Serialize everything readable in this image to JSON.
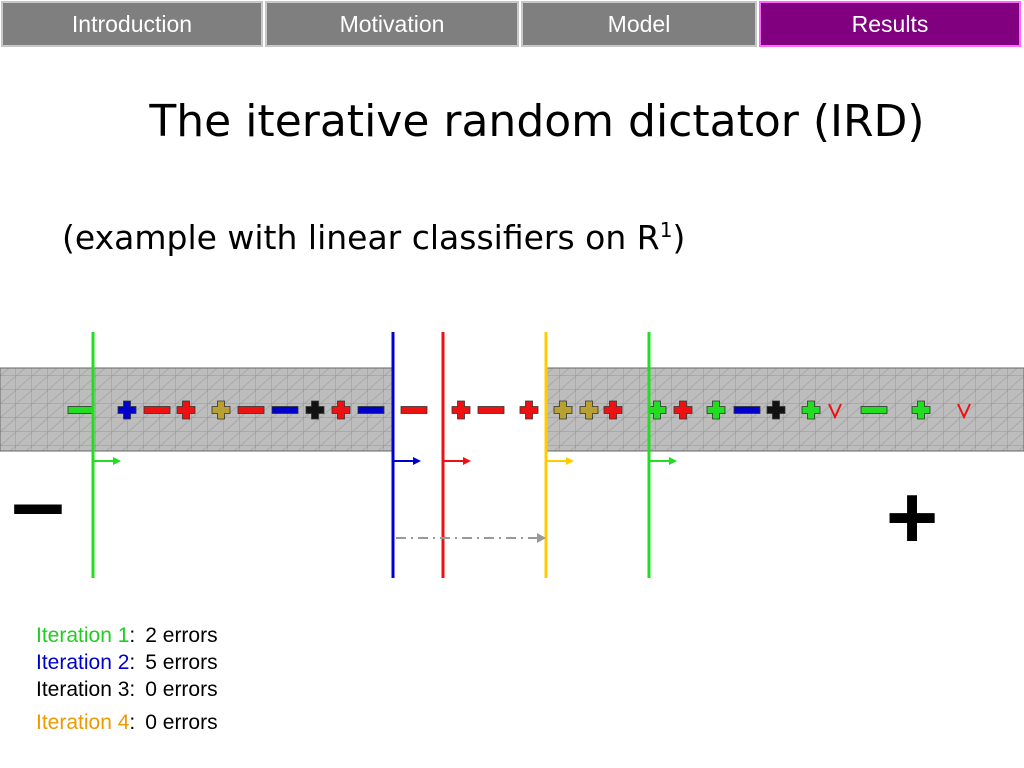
{
  "nav": {
    "tabs": [
      {
        "label": "Introduction",
        "active": false
      },
      {
        "label": "Motivation",
        "active": false
      },
      {
        "label": "Model",
        "active": false
      },
      {
        "label": "Results",
        "active": true
      }
    ]
  },
  "slide": {
    "title": "The iterative random dictator (IRD)",
    "subtitle_main": "(example with linear classifiers on R",
    "subtitle_sup": "1",
    "subtitle_end": ")"
  },
  "diagram": {
    "minus_symbol": "–",
    "plus_symbol": "+",
    "colors": {
      "green": "#22dd22",
      "blue": "#0000cc",
      "red": "#ee1111",
      "yellow": "#ffcc00",
      "olive": "#b8a032",
      "black": "#111111",
      "gray_dash": "#999999",
      "band": "#bdbdbd"
    }
  },
  "iterations": [
    {
      "label": "Iteration 1",
      "colon": ":",
      "errors": "2 errors",
      "color": "#22cc22"
    },
    {
      "label": "Iteration 2",
      "colon": ":",
      "errors": "5 errors",
      "color": "#0000cc"
    },
    {
      "label": "Iteration 3",
      "colon": ":",
      "errors": "0 errors",
      "color": "#000000"
    },
    {
      "label": "Iteration 4",
      "colon": ":",
      "errors": "0 errors",
      "color": "#ee9900"
    }
  ]
}
